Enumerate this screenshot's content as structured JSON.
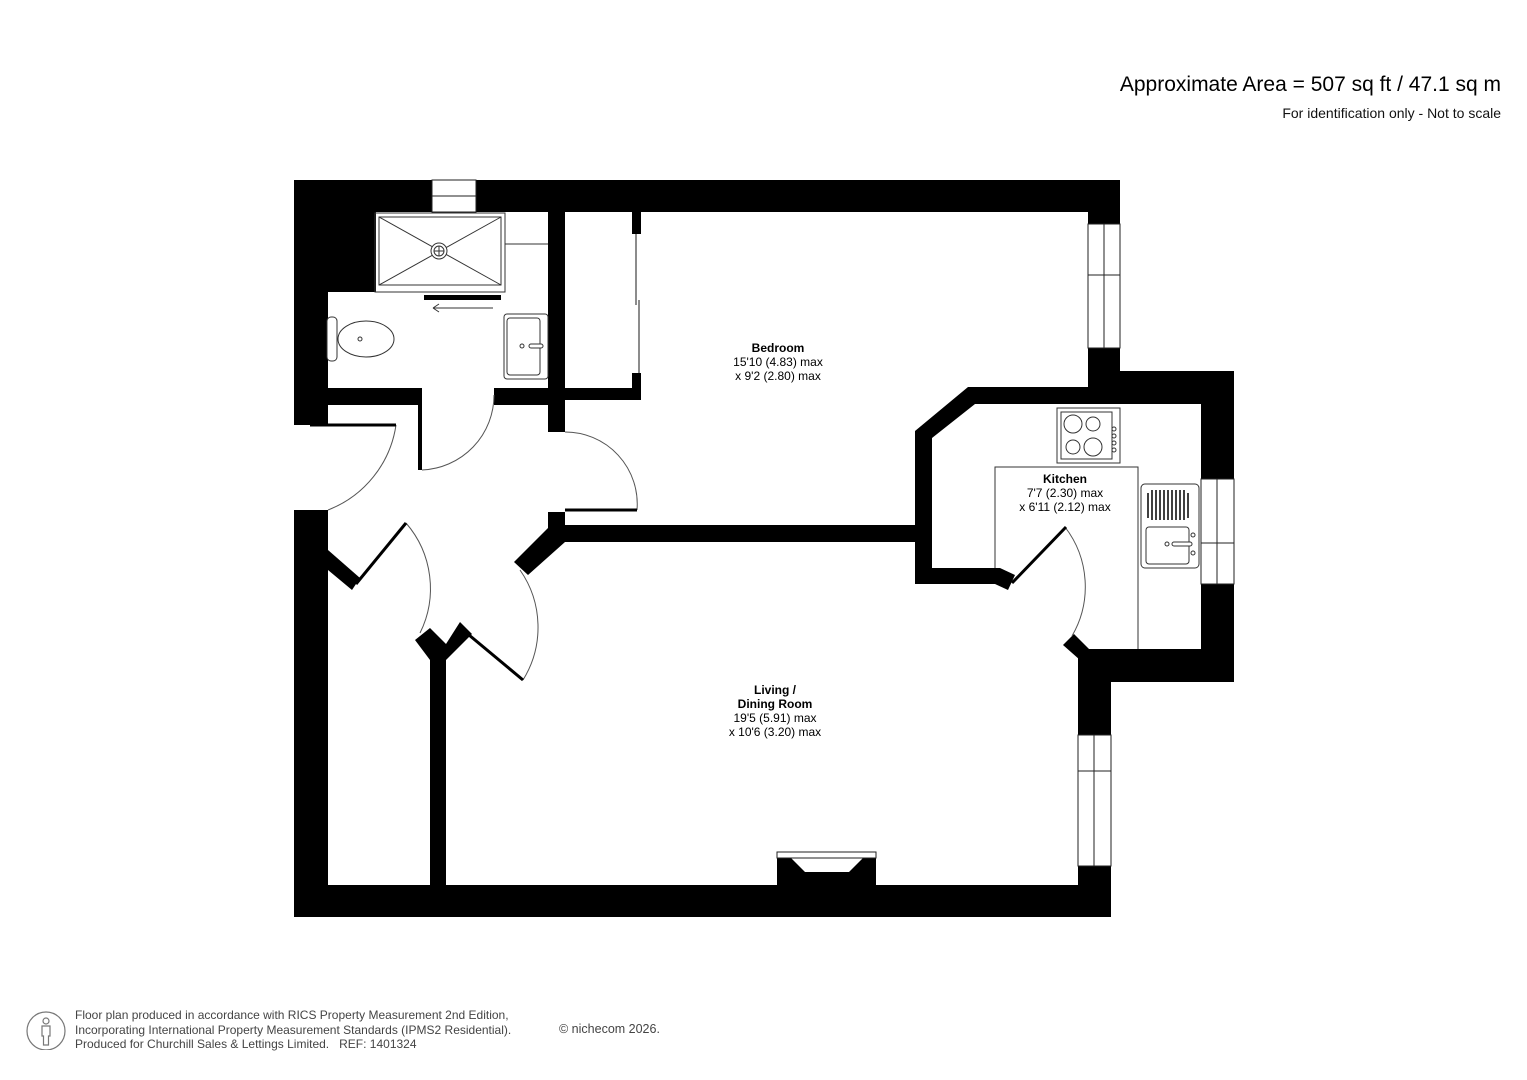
{
  "header": {
    "area": "Approximate Area = 507 sq ft / 47.1 sq m",
    "disclaimer": "For identification only - Not to scale"
  },
  "rooms": [
    {
      "id": "bedroom",
      "name": "Bedroom",
      "dim1": "15'10 (4.83) max",
      "dim2": "x 9'2 (2.80) max"
    },
    {
      "id": "kitchen",
      "name": "Kitchen",
      "dim1": "7'7 (2.30) max",
      "dim2": "x 6'11 (2.12) max"
    },
    {
      "id": "living",
      "name_line1": "Living /",
      "name_line2": "Dining Room",
      "dim1": "19'5 (5.91) max",
      "dim2": "x 10'6 (3.20) max"
    }
  ],
  "fixtures": {
    "icons": [
      "shower-tray-icon",
      "toilet-icon",
      "washbasin-icon",
      "hob-icon",
      "kitchen-sink-icon",
      "fireplace-icon",
      "window-icon",
      "door-swing-icon",
      "wardrobe-icon"
    ]
  },
  "footer": {
    "line1": "Floor plan produced in accordance with RICS Property Measurement 2nd Edition,",
    "line2": "Incorporating International Property Measurement Standards (IPMS2 Residential).",
    "line3": "Produced for Churchill Sales & Lettings Limited.",
    "ref": "REF: 1401324",
    "copyright": "© nichecom 2026."
  },
  "colors": {
    "wall": "#000000",
    "background": "#ffffff",
    "fixture_line": "#333333",
    "footer_text": "#444444"
  }
}
